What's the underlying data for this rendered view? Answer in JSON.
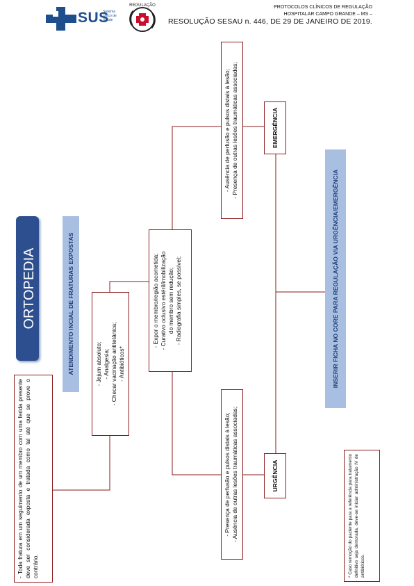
{
  "header": {
    "logo_text": "SUS",
    "logo_subtitle": "Sistema Único de Saúde",
    "seal_text": "REGULAÇÃO",
    "line1": "PROTOCOLOS CLÍNICOS DE REGULAÇÃO",
    "line2": "HOSPITALAR CAMPO GRANDE – MS –",
    "line3": "RESOLUÇÃO SESAU n. 446, DE 29 DE JANEIRO DE 2019."
  },
  "colors": {
    "title_bg": "#2d4f8f",
    "band_bg": "#a9bfe2",
    "box_border": "#8a1a1a",
    "line": "#8a1a1a"
  },
  "flowchart": {
    "title": "ORTOPEDIA",
    "intro_box": "- Toda fratura em um seguimento de um membro com uma ferida presente deve ser considerada exposta e tratada como tal até que se prove o contrário.",
    "section_label": "ATENDIMENTO INCIAL DE FRATURAS EXPOSTAS",
    "initial_box": [
      "- Jejum absoluto;",
      "- Analgesia;",
      "- Checar vacinação antitetânica;",
      "- Antibióticos*"
    ],
    "main_box": [
      "- Expor o membro/região acometida;",
      "- Curativo oclusivo estéril/imobilização",
      "do membro sem redução;",
      "- Radiografia simples, se possível;"
    ],
    "urgencia_label": "URGÊNCIA",
    "urgencia_box": [
      "- Presença de perfusão e pulsos distais à lesão;",
      "- Ausência de outras lesões traumáticas associadas;"
    ],
    "emergencia_label": "EMERGÊNCIA",
    "emergencia_box": [
      "- Ausência de perfusão e pulsos distais à lesão;",
      "- Presença de outras lesões traumáticas associadas;"
    ],
    "core_label": "INSERIR FICHA NO CORE PARA REGULAÇÃO VIA URGÊNCIA/EMERGÊNCIA",
    "footnote": "* Caso remoção do paciente para a referência para tratamento definitivo seja demorada, deve-se iniciar administração IV de antibióticos."
  }
}
